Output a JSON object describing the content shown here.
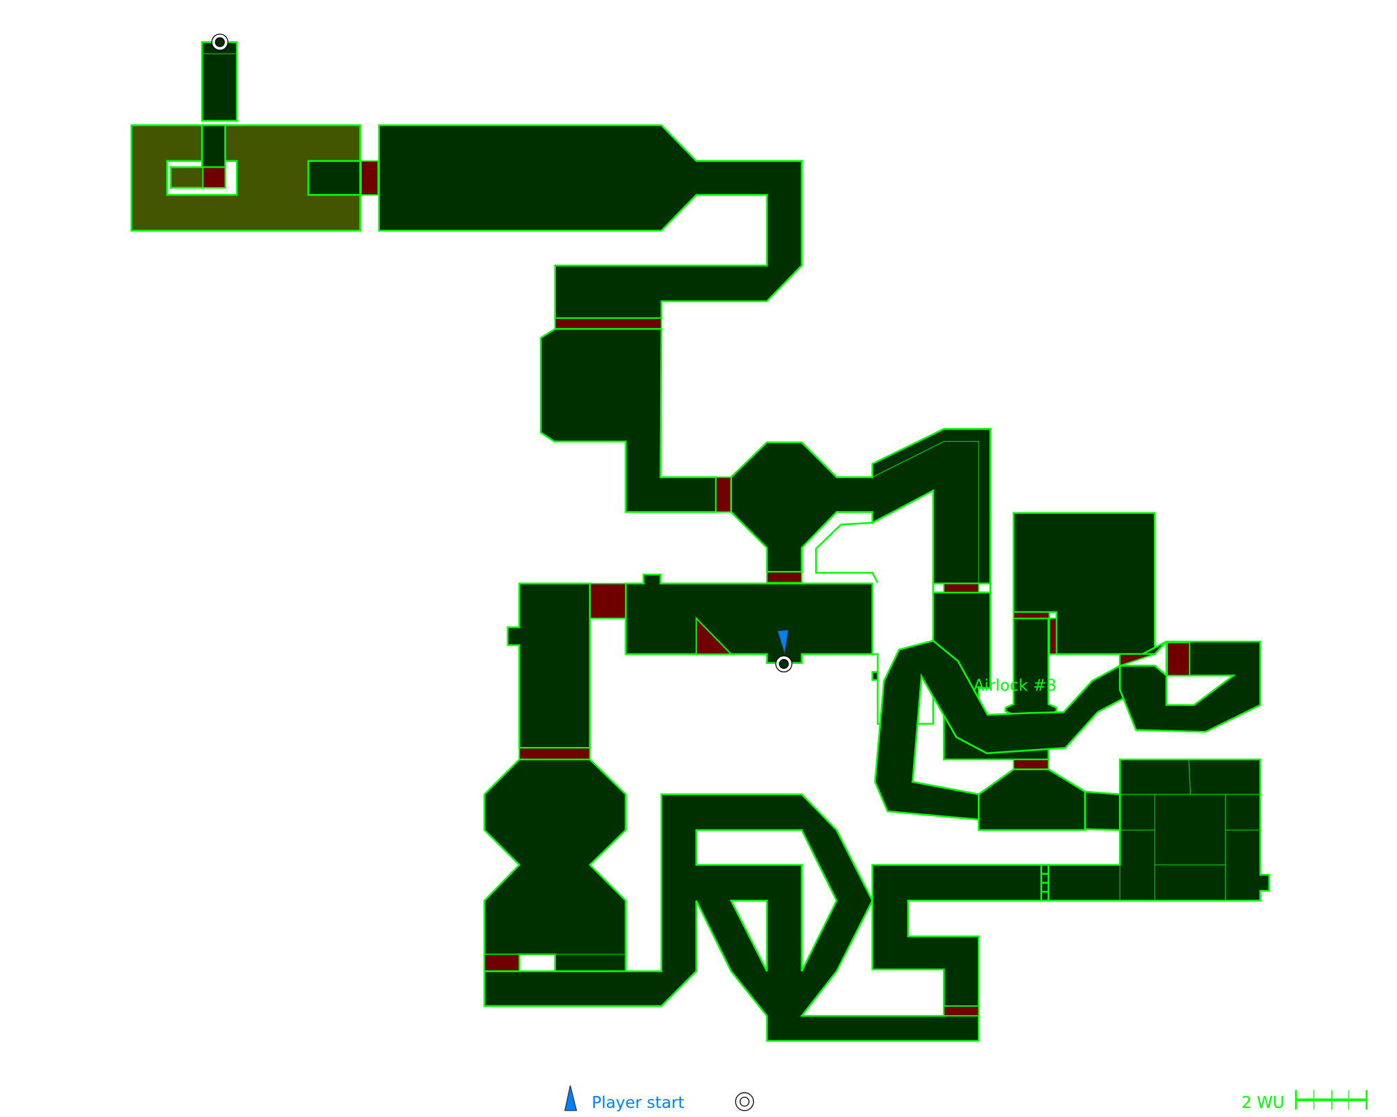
{
  "map": {
    "labels": {
      "airlock": "Airlock #3"
    },
    "colors": {
      "floor": "#003000",
      "outline": "#00ff00",
      "door": "#700000",
      "olive_room": "#445500",
      "player": "#0080ff"
    }
  },
  "legend": {
    "player_start_label": "Player start",
    "player_icon": "player-start-triangle",
    "marker_icon": "waypoint-circle-icon",
    "scale_label": "2 WU"
  }
}
